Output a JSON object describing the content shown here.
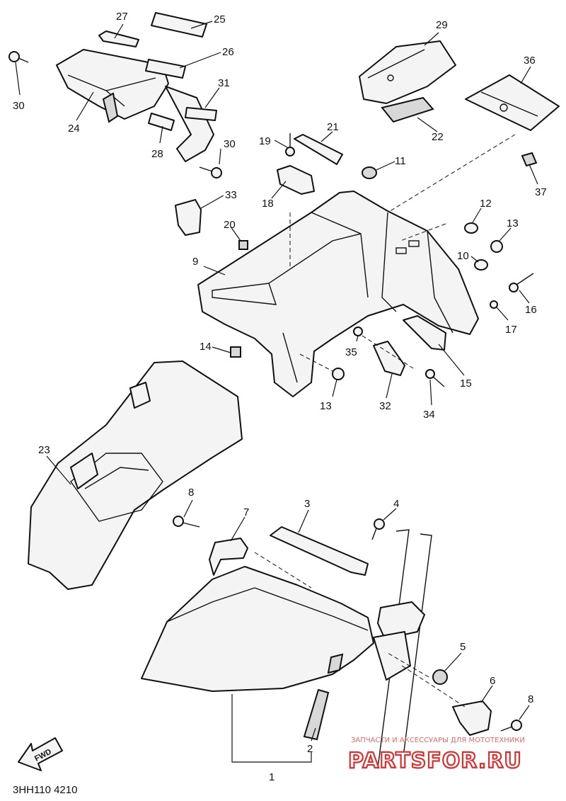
{
  "diagram_code": "3HH110 4210",
  "fwd_label": "FWD",
  "watermark": {
    "caption": "ЗАПЧАСТИ И АКСЕССУАРЫ ДЛЯ МОТОТЕХНИКИ",
    "brand": "PARTSFOR.RU"
  },
  "callouts": {
    "c1": "1",
    "c2": "2",
    "c3": "3",
    "c4": "4",
    "c5": "5",
    "c6": "6",
    "c7": "7",
    "c8a": "8",
    "c8b": "8",
    "c9": "9",
    "c10": "10",
    "c11": "11",
    "c12": "12",
    "c13a": "13",
    "c13b": "13",
    "c14": "14",
    "c15": "15",
    "c16": "16",
    "c17": "17",
    "c18": "18",
    "c19": "19",
    "c20": "20",
    "c21": "21",
    "c22": "22",
    "c23": "23",
    "c24": "24",
    "c25": "25",
    "c26": "26",
    "c27": "27",
    "c28": "28",
    "c29": "29",
    "c30a": "30",
    "c30b": "30",
    "c31": "31",
    "c32": "32",
    "c33": "33",
    "c34": "34",
    "c35": "35",
    "c36": "36",
    "c37": "37"
  }
}
